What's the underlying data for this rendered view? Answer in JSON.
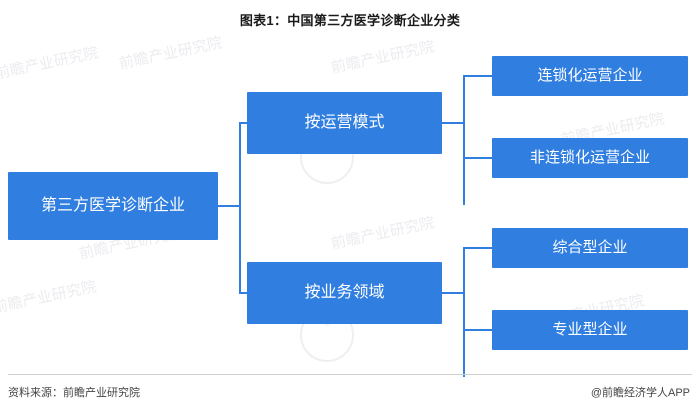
{
  "title": "图表1：中国第三方医学诊断企业分类",
  "diagram": {
    "root": "第三方医学诊断企业",
    "branches": [
      {
        "label": "按运营模式",
        "children": [
          "连锁化运营企业",
          "非连锁化运营企业"
        ]
      },
      {
        "label": "按业务领域",
        "children": [
          "综合型企业",
          "专业型企业"
        ]
      }
    ]
  },
  "colors": {
    "node_fill": "#2f7ee0",
    "node_text": "#ffffff",
    "line": "#2f7ee0"
  },
  "watermarks": [
    "前瞻产业研究院",
    "前瞻产业研究院",
    "前瞻产业研究院",
    "前瞻产业研究院",
    "前瞻产业研究院",
    "前瞻产业研究院",
    "前瞻产业研究院",
    "前瞻产业研究院"
  ],
  "footer": {
    "source": "资料来源：前瞻产业研究院",
    "brand": "@前瞻经济学人APP"
  }
}
